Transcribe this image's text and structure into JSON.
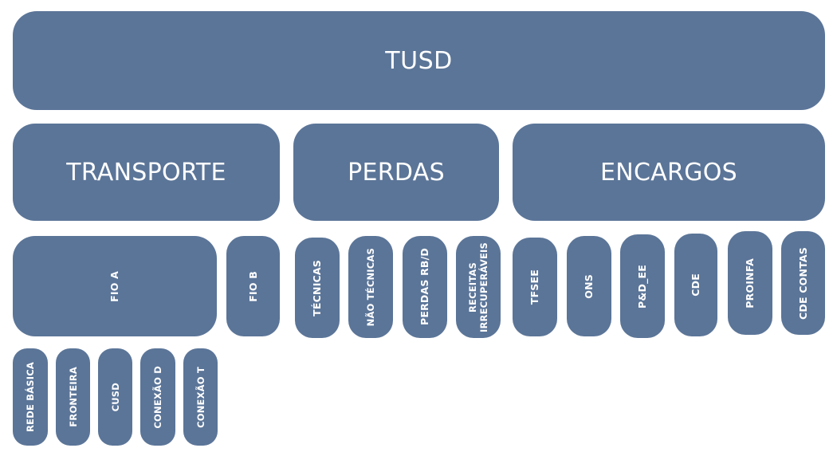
{
  "root": {
    "label": "TUSD"
  },
  "categories": {
    "transporte": "TRANSPORTE",
    "perdas": "PERDAS",
    "encargos": "ENCARGOS"
  },
  "transporte_items": {
    "fio_a": "FIO A",
    "fio_b": "FIO B"
  },
  "perdas_items": {
    "tecnicas": "TÉCNICAS",
    "nao_tecnicas": "NÃO TÉCNICAS",
    "perdas_rbd": "PERDAS RB/D",
    "receitas_1": "RECEITAS",
    "receitas_2": "IRRECUPERÁVEIS"
  },
  "encargos_items": {
    "tfsee": "TFSEE",
    "ons": "ONS",
    "pd_ee": "P&D_EE",
    "cde": "CDE",
    "proinfa": "PROINFA",
    "cde_contas": "CDE CONTAS"
  },
  "fio_a_items": {
    "rede_basica": "REDE BÁSICA",
    "fronteira": "FRONTEIRA",
    "cusd": "CUSD",
    "conexao_d": "CONEXÃO D",
    "conexao_t": "CONEXÃO T"
  },
  "colors": {
    "box_fill": "#5b7598",
    "text": "#ffffff",
    "background": "#ffffff"
  }
}
